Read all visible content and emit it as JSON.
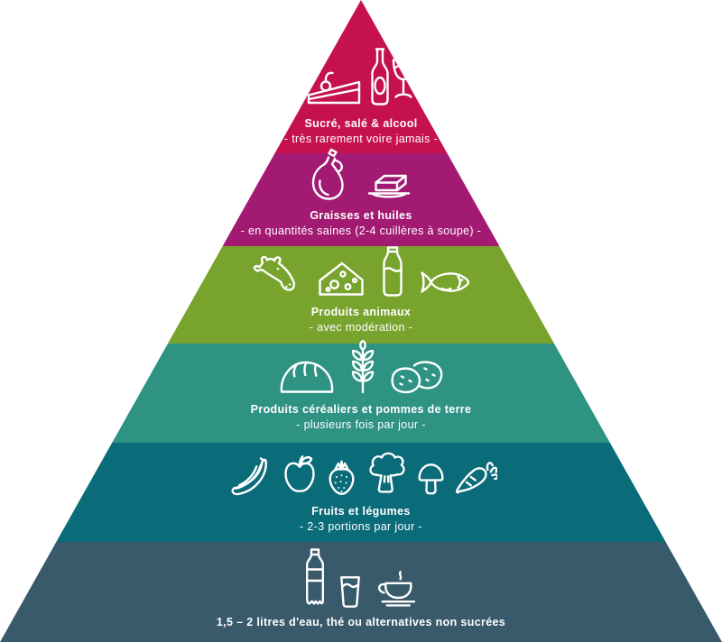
{
  "pyramid": {
    "levels": [
      {
        "id": "sweets-salt-alcohol",
        "color": "#C51150",
        "title": "Sucré, salé & alcool",
        "subtitle": "- très rarement voire jamais -",
        "icons": [
          "cake-slice",
          "wine-bottle",
          "wine-glass"
        ]
      },
      {
        "id": "fats-oils",
        "color": "#A21A72",
        "title": "Graisses et huiles",
        "subtitle": "- en quantités saines (2-4 cuillères à soupe) -",
        "icons": [
          "oil-cruet",
          "butter-dish"
        ]
      },
      {
        "id": "animal-products",
        "color": "#78A32D",
        "title": "Produits animaux",
        "subtitle": "- avec modération -",
        "icons": [
          "cow",
          "cheese",
          "milk-bottle",
          "fish"
        ]
      },
      {
        "id": "grains-potatoes",
        "color": "#2F9384",
        "title": "Produits céréaliers et pommes de terre",
        "subtitle": "- plusieurs fois par jour -",
        "icons": [
          "bread",
          "wheat",
          "potatoes"
        ]
      },
      {
        "id": "fruits-vegetables",
        "color": "#0A6B79",
        "title": "Fruits et légumes",
        "subtitle": "- 2-3 portions par jour -",
        "icons": [
          "bananas",
          "apple",
          "strawberry",
          "broccoli",
          "mushroom",
          "carrot"
        ]
      },
      {
        "id": "water-tea",
        "color": "#395A6B",
        "title": "1,5 – 2 litres d'eau, thé ou alternatives non sucrées",
        "subtitle": "",
        "icons": [
          "water-bottle",
          "drinking-glass",
          "tea-cup"
        ]
      }
    ]
  }
}
